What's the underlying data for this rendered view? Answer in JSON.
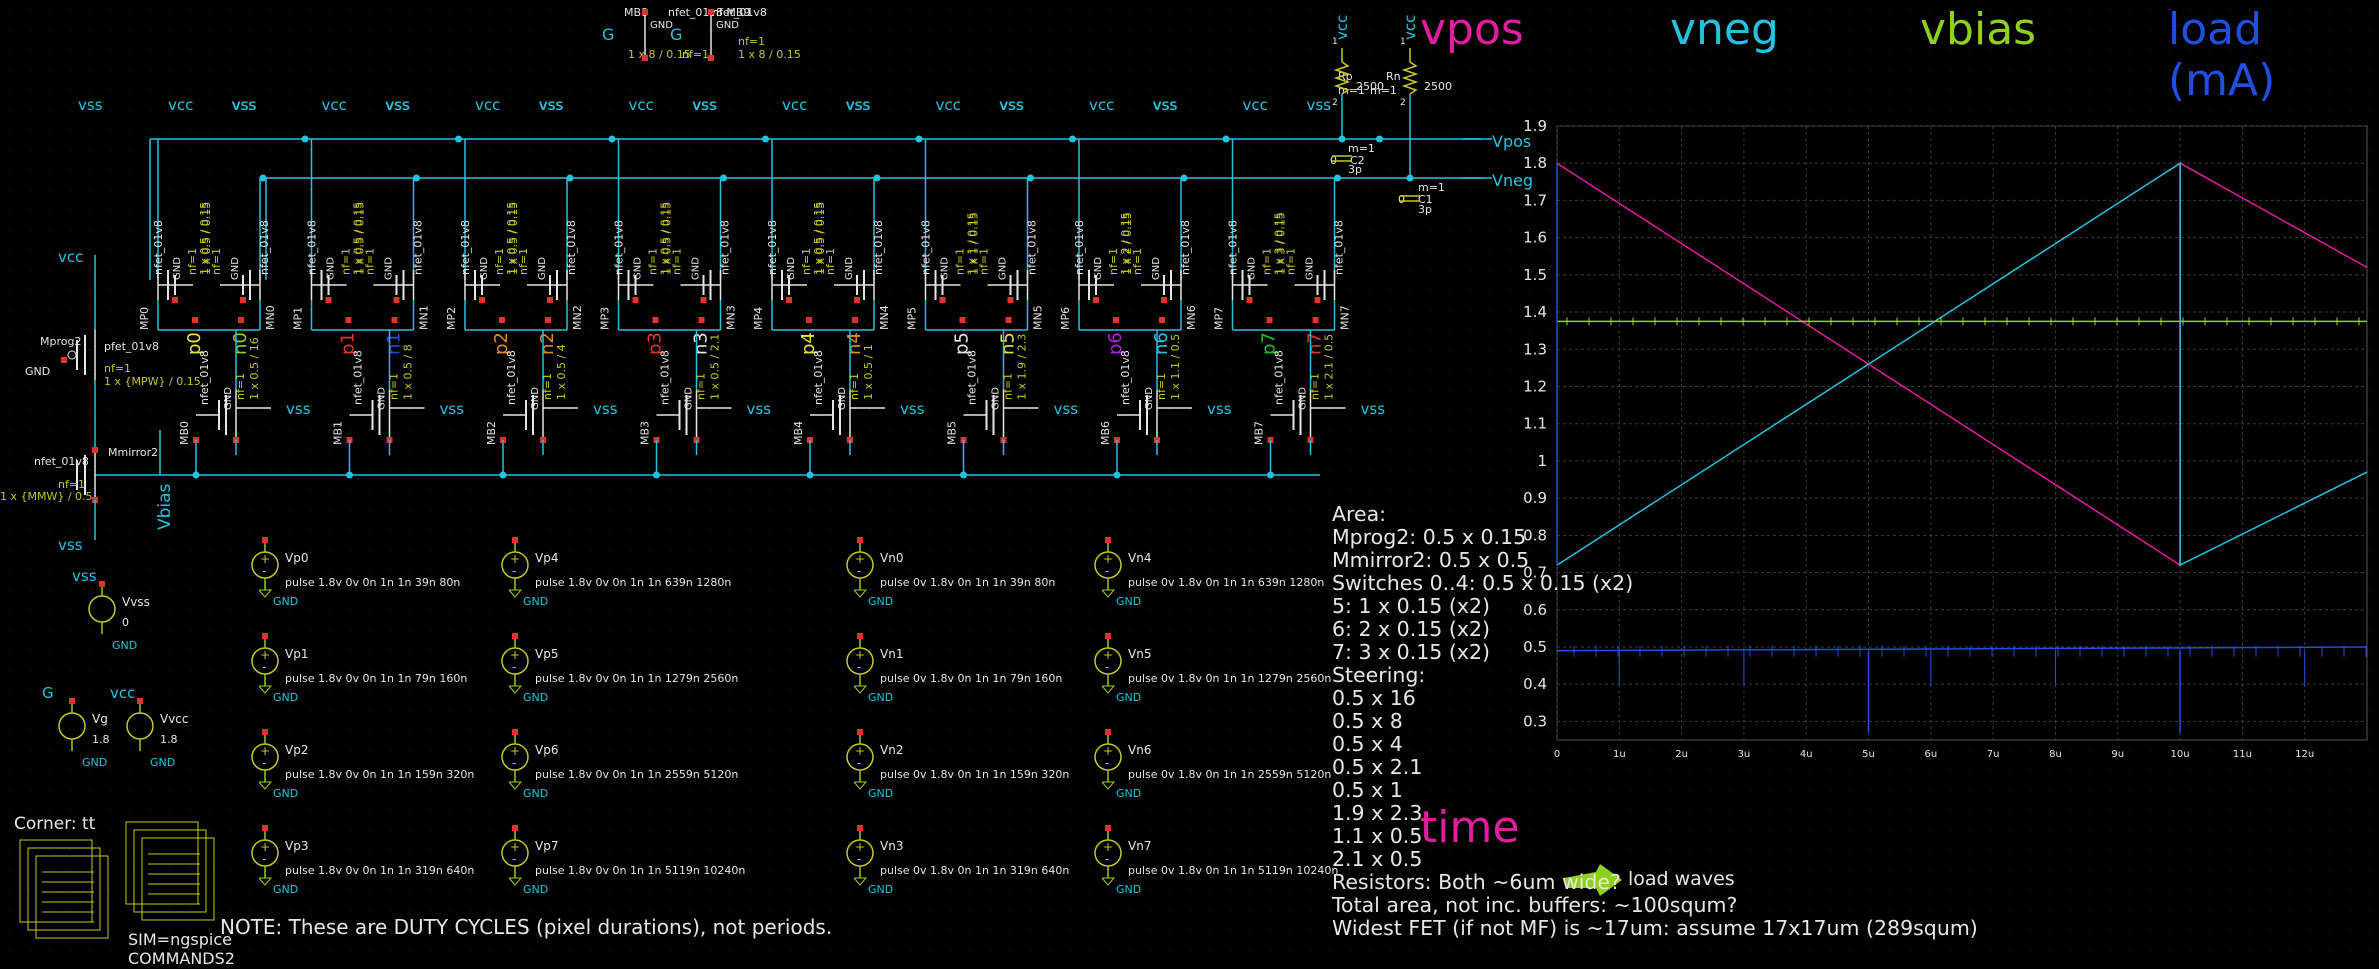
{
  "waveform": {
    "legend": [
      {
        "name": "vpos",
        "color": "#e01ca0"
      },
      {
        "name": "vneg",
        "color": "#25c2e0"
      },
      {
        "name": "vbias",
        "color": "#8fd11a"
      },
      {
        "name": "load (mA)",
        "color": "#1f4ee0"
      }
    ],
    "time_label": "time",
    "y_ticks": [
      "1.9",
      "1.8",
      "1.7",
      "1.6",
      "1.5",
      "1.4",
      "1.3",
      "1.2",
      "1.1",
      "1",
      "0.9",
      "0.8",
      "0.7",
      "0.6",
      "0.5",
      "0.4",
      "0.3"
    ],
    "x_ticks": [
      "0",
      "1u",
      "2u",
      "3u",
      "4u",
      "5u",
      "6u",
      "7u",
      "8u",
      "9u",
      "10u",
      "11u",
      "12u"
    ]
  },
  "chart_data": {
    "type": "line",
    "x_unit": "s",
    "xlim": [
      0,
      1.3e-05
    ],
    "ylim": [
      0.25,
      1.9
    ],
    "series": [
      {
        "name": "vpos",
        "points": [
          [
            0,
            1.8
          ],
          [
            1e-05,
            0.72
          ],
          [
            1e-05,
            1.8
          ],
          [
            1.3e-05,
            1.52
          ]
        ]
      },
      {
        "name": "vneg",
        "points": [
          [
            0,
            0.72
          ],
          [
            1e-05,
            1.8
          ],
          [
            1e-05,
            0.72
          ],
          [
            1.3e-05,
            0.97
          ]
        ]
      },
      {
        "name": "vbias",
        "points": [
          [
            0,
            1.375
          ],
          [
            1.3e-05,
            1.375
          ]
        ]
      },
      {
        "name": "load (mA)",
        "points": [
          [
            0,
            0.49
          ],
          [
            1.3e-05,
            0.5
          ]
        ]
      }
    ]
  },
  "area_notes": [
    "Area:",
    "Mprog2: 0.5 x 0.15",
    "Mmirror2: 0.5 x 0.5",
    "Switches 0..4: 0.5 x 0.15 (x2)",
    "5: 1 x 0.15 (x2)",
    "6: 2 x 0.15 (x2)",
    "7: 3 x 0.15 (x2)",
    "Steering:",
    "0.5 x 16",
    "0.5 x 8",
    "0.5 x 4",
    "0.5 x 2.1",
    "0.5 x 1",
    "1.9 x 2.3",
    "1.1 x 0.5",
    "2.1 x 0.5",
    "Resistors: Both ~6um wide?",
    "Total area, not inc. buffers: ~100squm?",
    "Widest FET (if not MF) is ~17um: assume 17x17um (289squm)"
  ],
  "notes": {
    "duty": "NOTE: These are DUTY CYCLES (pixel durations), not periods.",
    "corner": "Corner: tt",
    "sim": "SIM=ngspice",
    "commands": "COMMANDS2",
    "load_waves": "load waves"
  },
  "nets": {
    "vpos": "Vpos",
    "vneg": "Vneg",
    "vbias": "Vbias",
    "vcc": "vcc",
    "vss": "vss",
    "gnd": "GND",
    "g": "G"
  },
  "bits": [
    {
      "p": "p0",
      "n": "n0",
      "pc": "#e6e633",
      "nc": "#8fd11a",
      "mp": "MP0",
      "mn": "MN0",
      "mb": "MB0",
      "steer": "1 x 0.5 / 16"
    },
    {
      "p": "p1",
      "n": "n1",
      "pc": "#e0332c",
      "nc": "#1f4ee0",
      "mp": "MP1",
      "mn": "MN1",
      "mb": "MB1",
      "steer": "1 x 0.5 / 8"
    },
    {
      "p": "p2",
      "n": "n2",
      "pc": "#e68a1a",
      "nc": "#e68a1a",
      "mp": "MP2",
      "mn": "MN2",
      "mb": "MB2",
      "steer": "1 x 0.5 / 4"
    },
    {
      "p": "p3",
      "n": "n3",
      "pc": "#e0332c",
      "nc": "#e6e6e6",
      "mp": "MP3",
      "mn": "MN3",
      "mb": "MB3",
      "steer": "1 x 0.5 / 2.1"
    },
    {
      "p": "p4",
      "n": "n4",
      "pc": "#e6e633",
      "nc": "#e68a1a",
      "mp": "MP4",
      "mn": "MN4",
      "mb": "MB4",
      "steer": "1 x 0.5 / 1"
    },
    {
      "p": "p5",
      "n": "n5",
      "pc": "#e6e6e6",
      "nc": "#e6e633",
      "mp": "MP5",
      "mn": "MN5",
      "mb": "MB5",
      "steer": "1 x 1.9 / 2.3"
    },
    {
      "p": "p6",
      "n": "n6",
      "pc": "#b020e0",
      "nc": "#25c2e0",
      "mp": "MP6",
      "mn": "MN6",
      "mb": "MB6",
      "steer": "1 x 1.1 / 0.5"
    },
    {
      "p": "p7",
      "n": "n7",
      "pc": "#20c020",
      "nc": "#e0332c",
      "mp": "MP7",
      "mn": "MN7",
      "mb": "MB7",
      "steer": "1 x 2.1 / 0.5"
    }
  ],
  "switch_sizes": [
    "1 x 0.5 / 0.15",
    "1 x 0.5 / 0.15",
    "1 x 0.5 / 0.15",
    "1 x 0.5 / 0.15",
    "1 x 0.5 / 0.15",
    "1 x 1 / 0.15",
    "1 x 2 / 0.15",
    "1 x 3 / 0.15"
  ],
  "fet_nfet": "nfet_01v8",
  "fet_pfet": "pfet_01v8",
  "nf1": "nf=1",
  "sources_p": [
    {
      "name": "Vp0",
      "val": "pulse 1.8v 0v 0n 1n 1n 39n 80n"
    },
    {
      "name": "Vp1",
      "val": "pulse 1.8v 0v 0n 1n 1n 79n 160n"
    },
    {
      "name": "Vp2",
      "val": "pulse 1.8v 0v 0n 1n 1n 159n 320n"
    },
    {
      "name": "Vp3",
      "val": "pulse 1.8v 0v 0n 1n 1n 319n 640n"
    },
    {
      "name": "Vp4",
      "val": "pulse 1.8v 0v 0n 1n 1n 639n 1280n"
    },
    {
      "name": "Vp5",
      "val": "pulse 1.8v 0v 0n 1n 1n 1279n 2560n"
    },
    {
      "name": "Vp6",
      "val": "pulse 1.8v 0v 0n 1n 1n 2559n 5120n"
    },
    {
      "name": "Vp7",
      "val": "pulse 1.8v 0v 0n 1n 1n 5119n 10240n"
    }
  ],
  "sources_n": [
    {
      "name": "Vn0",
      "val": "pulse 0v 1.8v 0n 1n 1n 39n 80n"
    },
    {
      "name": "Vn1",
      "val": "pulse 0v 1.8v 0n 1n 1n 79n 160n"
    },
    {
      "name": "Vn2",
      "val": "pulse 0v 1.8v 0n 1n 1n 159n 320n"
    },
    {
      "name": "Vn3",
      "val": "pulse 0v 1.8v 0n 1n 1n 319n 640n"
    },
    {
      "name": "Vn4",
      "val": "pulse 0v 1.8v 0n 1n 1n 639n 1280n"
    },
    {
      "name": "Vn5",
      "val": "pulse 0v 1.8v 0n 1n 1n 1279n 2560n"
    },
    {
      "name": "Vn6",
      "val": "pulse 0v 1.8v 0n 1n 1n 2559n 5120n"
    },
    {
      "name": "Vn7",
      "val": "pulse 0v 1.8v 0n 1n 1n 5119n 10240n"
    }
  ],
  "supplies": [
    {
      "name": "Vvss",
      "val": "0",
      "net": "vss"
    },
    {
      "name": "Vg",
      "val": "1.8",
      "net": "G"
    },
    {
      "name": "Vvcc",
      "val": "1.8",
      "net": "vcc"
    }
  ],
  "bias": {
    "mprog": "Mprog2",
    "mprog_size": "1 x {MPW} / 0.15",
    "mmirror": "Mmirror2",
    "mmirror_size": "1 x {MMW} / 0.5"
  },
  "top": {
    "mb8": "MB8",
    "mb9": "MB9",
    "size8": "1 x 8 / 0.15",
    "size9": "1 x 8 / 0.15",
    "rp": "Rp",
    "rn": "Rn",
    "r_val": "2500",
    "m1": "m=1",
    "c1": "C1",
    "c2": "C2",
    "c_val": "3p"
  }
}
